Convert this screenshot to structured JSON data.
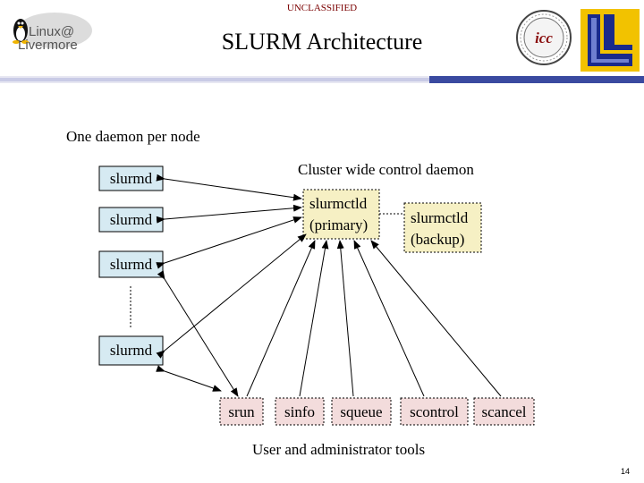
{
  "header": {
    "classification": "UNCLASSIFIED",
    "title": "SLURM Architecture",
    "left_logo": {
      "line1": "Linux@",
      "line2": "Livermore"
    },
    "seal_text": "icc",
    "accent_color": "#3a4aa0"
  },
  "diagram": {
    "caption_top": "One daemon per node",
    "control_label": "Cluster wide control daemon",
    "node_box_label": "slurmd",
    "primary": {
      "line1": "slurmctld",
      "line2": "(primary)"
    },
    "backup": {
      "line1": "slurmctld",
      "line2": "(backup)"
    },
    "tools": [
      "srun",
      "sinfo",
      "squeue",
      "scontrol",
      "scancel"
    ],
    "tools_label": "User and administrator tools",
    "colors": {
      "node_fill": "#d6eaf2",
      "primary_fill": "#f6f0c4",
      "tool_fill": "#f3dcdc"
    }
  },
  "footer": {
    "page_number": "14"
  }
}
